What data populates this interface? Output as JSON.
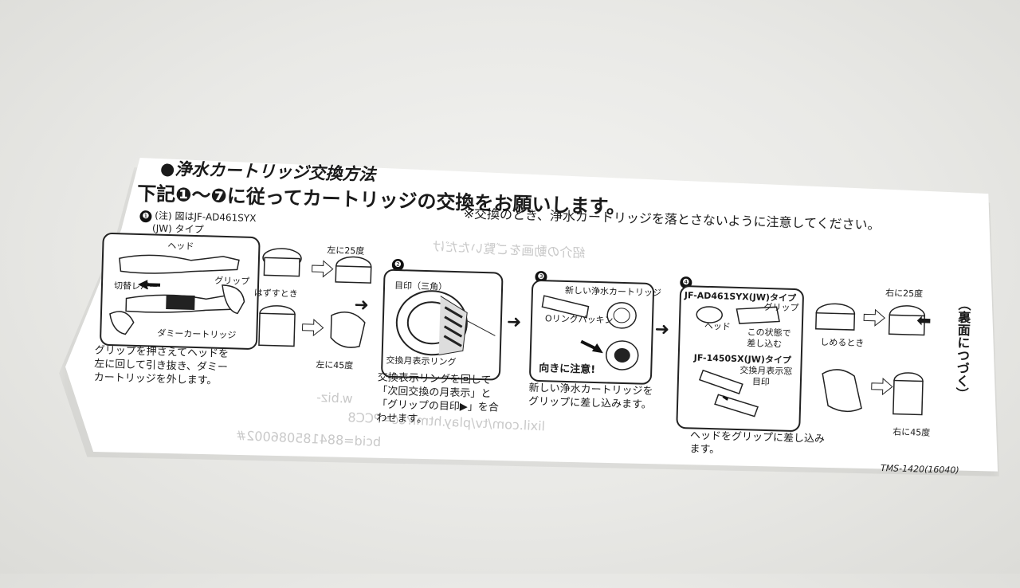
{
  "title": "●浄水カートリッジ交換方法",
  "subtitle": "下記❶〜❼に従ってカートリッジの交換をお願いします。",
  "notice": "※交換のとき、浄水カートリッジを落とさないように注意してください。",
  "step1": {
    "num": "❶",
    "note1": "(注) 図はJF-AD461SYX",
    "note2": "(JW) タイプ",
    "labels": [
      "ヘッド",
      "グリップ",
      "切替レバー",
      "ダミーカートリッジ"
    ],
    "remove_label": "はずすとき",
    "turn_left25": "左に25度",
    "turn_left45": "左に45度",
    "desc": "グリップを押さえてヘッドを左に回して引き抜き、ダミーカートリッジを外します。"
  },
  "step2": {
    "num": "❷",
    "labels": [
      "目印（三角）",
      "交換月表示リング"
    ],
    "desc": "交換表示リングを回して「次回交換の月表示」と「グリップの目印▶」を合わせます。"
  },
  "step3": {
    "num": "❸",
    "labels": [
      "新しい浄水カートリッジ",
      "Oリングパッキン"
    ],
    "caution": "向きに注意!",
    "desc": "新しい浄水カートリッジをグリップに差し込みます。"
  },
  "step4": {
    "num": "❹",
    "type1": "JF-AD461SYX(JW)タイプ",
    "labels1": [
      "グリップ",
      "ヘッド",
      "この状態で",
      "差し込む"
    ],
    "type2": "JF-1450SX(JW)タイプ",
    "labels2": [
      "交換月表示窓",
      "目印"
    ],
    "desc": "ヘッドをグリップに差し込みます。"
  },
  "step5": {
    "turn_right25": "右に25度",
    "tighten_label": "しめるとき",
    "turn_right45": "右に45度"
  },
  "continue": "（裏面につづく）",
  "doc_code": "TMS-1420(16040)",
  "bleed_through": [
    "紹介の動画をご覧いただけ",
    "bcid=884185086002#",
    "lixil.com/tv/play.html?cc=PCC8",
    "w.biz-"
  ]
}
